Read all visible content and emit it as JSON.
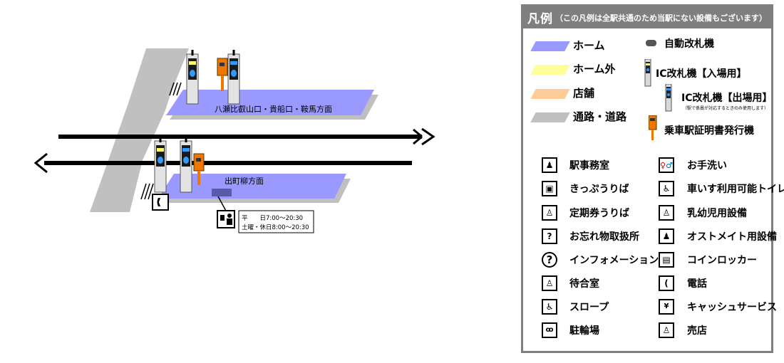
{
  "map": {
    "platform_north_label": "八瀬比叡山口・貴船口・鞍馬方面",
    "platform_south_label": "出町柳方面",
    "hours_line1": "平　　日7:00～20:30",
    "hours_line2": "土曜・休日8:00～20:30"
  },
  "legend": {
    "title_main": "凡例",
    "title_note": "（この凡例は全駅共通のため当駅にない設備もございます）",
    "areas": [
      {
        "label": "ホーム",
        "color": "#9999ff"
      },
      {
        "label": "ホーム外",
        "color": "#ffff99"
      },
      {
        "label": "店舗",
        "color": "#ffcc99"
      },
      {
        "label": "通路・道路",
        "color": "#c0c0c0"
      }
    ],
    "machines": {
      "auto_gate": "自動改札機",
      "ic_gate_in": "IC改札機【入場用】",
      "ic_gate_out": "IC改札機【出場用】",
      "ic_gate_out_note": "（駅で係員が対応するときのみ使用します）",
      "certificate": "乗車駅証明書発行機"
    },
    "facilities_left": [
      "駅事務室",
      "きっぷうりば",
      "定期券うりば",
      "お忘れ物取扱所",
      "インフォメーション",
      "待合室",
      "スロープ",
      "駐輪場"
    ],
    "facilities_right": [
      "お手洗い",
      "車いす利用可能トイレ",
      "乳幼児用設備",
      "オストメイト用設備",
      "コインロッカー",
      "電話",
      "キャッシュサービス",
      "売店"
    ]
  }
}
